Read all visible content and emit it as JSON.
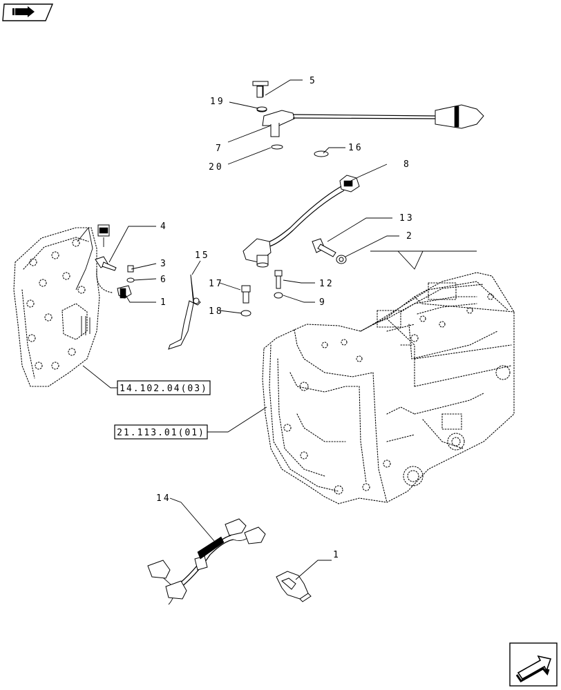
{
  "icons": {
    "top_left": "book-navigation-icon",
    "bottom_right": "next-page-arrow-icon"
  },
  "callouts": {
    "c5": "5",
    "c19": "19",
    "c7": "7",
    "c20": "20",
    "c16": "16",
    "c8": "8",
    "c4": "4",
    "c13": "13",
    "c2": "2",
    "c3": "3",
    "c6": "6",
    "c1_top": "1",
    "c15": "15",
    "c17": "17",
    "c12": "12",
    "c18": "18",
    "c9": "9",
    "c14": "14",
    "c1_bottom": "1"
  },
  "references": {
    "ref_a": "14.102.04(03)",
    "ref_b": "21.113.01(01)"
  }
}
